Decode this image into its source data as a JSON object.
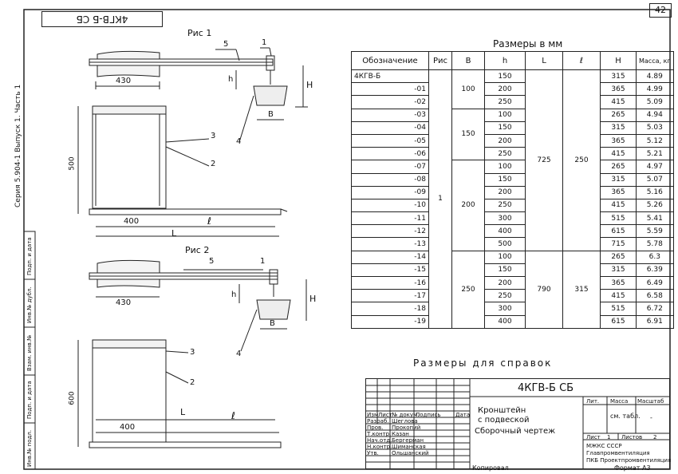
{
  "sheet": {
    "page_number": "42",
    "doc_code_rotated": "4КГВ-Б СБ",
    "series_text": "Серия 5.904-1  Выпуск 1. Часть 1"
  },
  "fig1": {
    "label": "Рис 1",
    "dim_430": "430",
    "dim_500": "500",
    "dim_400": "400",
    "dim_l": "ℓ",
    "dim_L": "L",
    "dim_h": "h",
    "dim_H": "H",
    "dim_B": "B",
    "callouts": [
      "5",
      "1",
      "3",
      "2",
      "4"
    ]
  },
  "fig2": {
    "label": "Рис 2",
    "dim_430": "430",
    "dim_600": "600",
    "dim_400": "400",
    "dim_l": "ℓ",
    "dim_L": "L",
    "dim_h": "h",
    "dim_H": "H",
    "dim_B": "B",
    "callouts": [
      "5",
      "1",
      "3",
      "2",
      "4"
    ]
  },
  "left_stamps": [
    "Подп. и дата",
    "Инв.№ дубл.",
    "Взам. инв.№",
    "Подп. и дата",
    "Инв.№ подл."
  ],
  "dims_table": {
    "title": "Размеры в мм",
    "headers": [
      "Обозначение",
      "Рис",
      "В",
      "h",
      "L",
      "ℓ",
      "H",
      "Масса, кг"
    ],
    "fig_value": "1",
    "L_1": "725",
    "l_1": "250",
    "L_2": "790",
    "l_2": "315",
    "B_groups": [
      "100",
      "150",
      "200",
      "250"
    ],
    "rows": [
      {
        "d": "4КГВ-Б",
        "h": "150",
        "H": "315",
        "m": "4.89"
      },
      {
        "d": "-01",
        "h": "200",
        "H": "365",
        "m": "4.99"
      },
      {
        "d": "-02",
        "h": "250",
        "H": "415",
        "m": "5.09"
      },
      {
        "d": "-03",
        "h": "100",
        "H": "265",
        "m": "4.94"
      },
      {
        "d": "-04",
        "h": "150",
        "H": "315",
        "m": "5.03"
      },
      {
        "d": "-05",
        "h": "200",
        "H": "365",
        "m": "5.12"
      },
      {
        "d": "-06",
        "h": "250",
        "H": "415",
        "m": "5.21"
      },
      {
        "d": "-07",
        "h": "100",
        "H": "265",
        "m": "4.97"
      },
      {
        "d": "-08",
        "h": "150",
        "H": "315",
        "m": "5.07"
      },
      {
        "d": "-09",
        "h": "200",
        "H": "365",
        "m": "5.16"
      },
      {
        "d": "-10",
        "h": "250",
        "H": "415",
        "m": "5.26"
      },
      {
        "d": "-11",
        "h": "300",
        "H": "515",
        "m": "5.41"
      },
      {
        "d": "-12",
        "h": "400",
        "H": "615",
        "m": "5.59"
      },
      {
        "d": "-13",
        "h": "500",
        "H": "715",
        "m": "5.78"
      },
      {
        "d": "-14",
        "h": "100",
        "H": "265",
        "m": "6.3"
      },
      {
        "d": "-15",
        "h": "150",
        "H": "315",
        "m": "6.39"
      },
      {
        "d": "-16",
        "h": "200",
        "H": "365",
        "m": "6.49"
      },
      {
        "d": "-17",
        "h": "250",
        "H": "415",
        "m": "6.58"
      },
      {
        "d": "-18",
        "h": "300",
        "H": "515",
        "m": "6.72"
      },
      {
        "d": "-19",
        "h": "400",
        "H": "615",
        "m": "6.91"
      }
    ]
  },
  "reference_note": "Размеры  для  справок",
  "title_block": {
    "doc_code": "4КГВ-Б  СБ",
    "name_line1": "Кронштейн",
    "name_line2": "с подвеской",
    "name_line3": "Сборочный чертеж",
    "col_headers": [
      "Изм",
      "Лист",
      "№ докум.",
      "Подпись",
      "Дата"
    ],
    "roles": [
      "Разраб.",
      "Пров.",
      "Т.контр.",
      "Нач.отд.",
      "Н.контр.",
      "Утв."
    ],
    "names": [
      "Шеглова",
      "Прокопий",
      "Казан",
      "Бергерман",
      "Шиманская",
      "Ольшанский"
    ],
    "lit": "Лит.",
    "mass": "Масса",
    "scale": "Масштаб",
    "mass_value": "см. табл.",
    "scale_value": "-",
    "sheet_label": "Лист",
    "sheet_value": "1",
    "sheets_label": "Листов",
    "sheets_value": "2",
    "org_line1": "МЖКС СССР",
    "org_line2": "Главпромвентиляция",
    "org_line3": "ПКБ Проектпромвентиляция",
    "copied": "Копировал",
    "format": "Формат А3"
  }
}
